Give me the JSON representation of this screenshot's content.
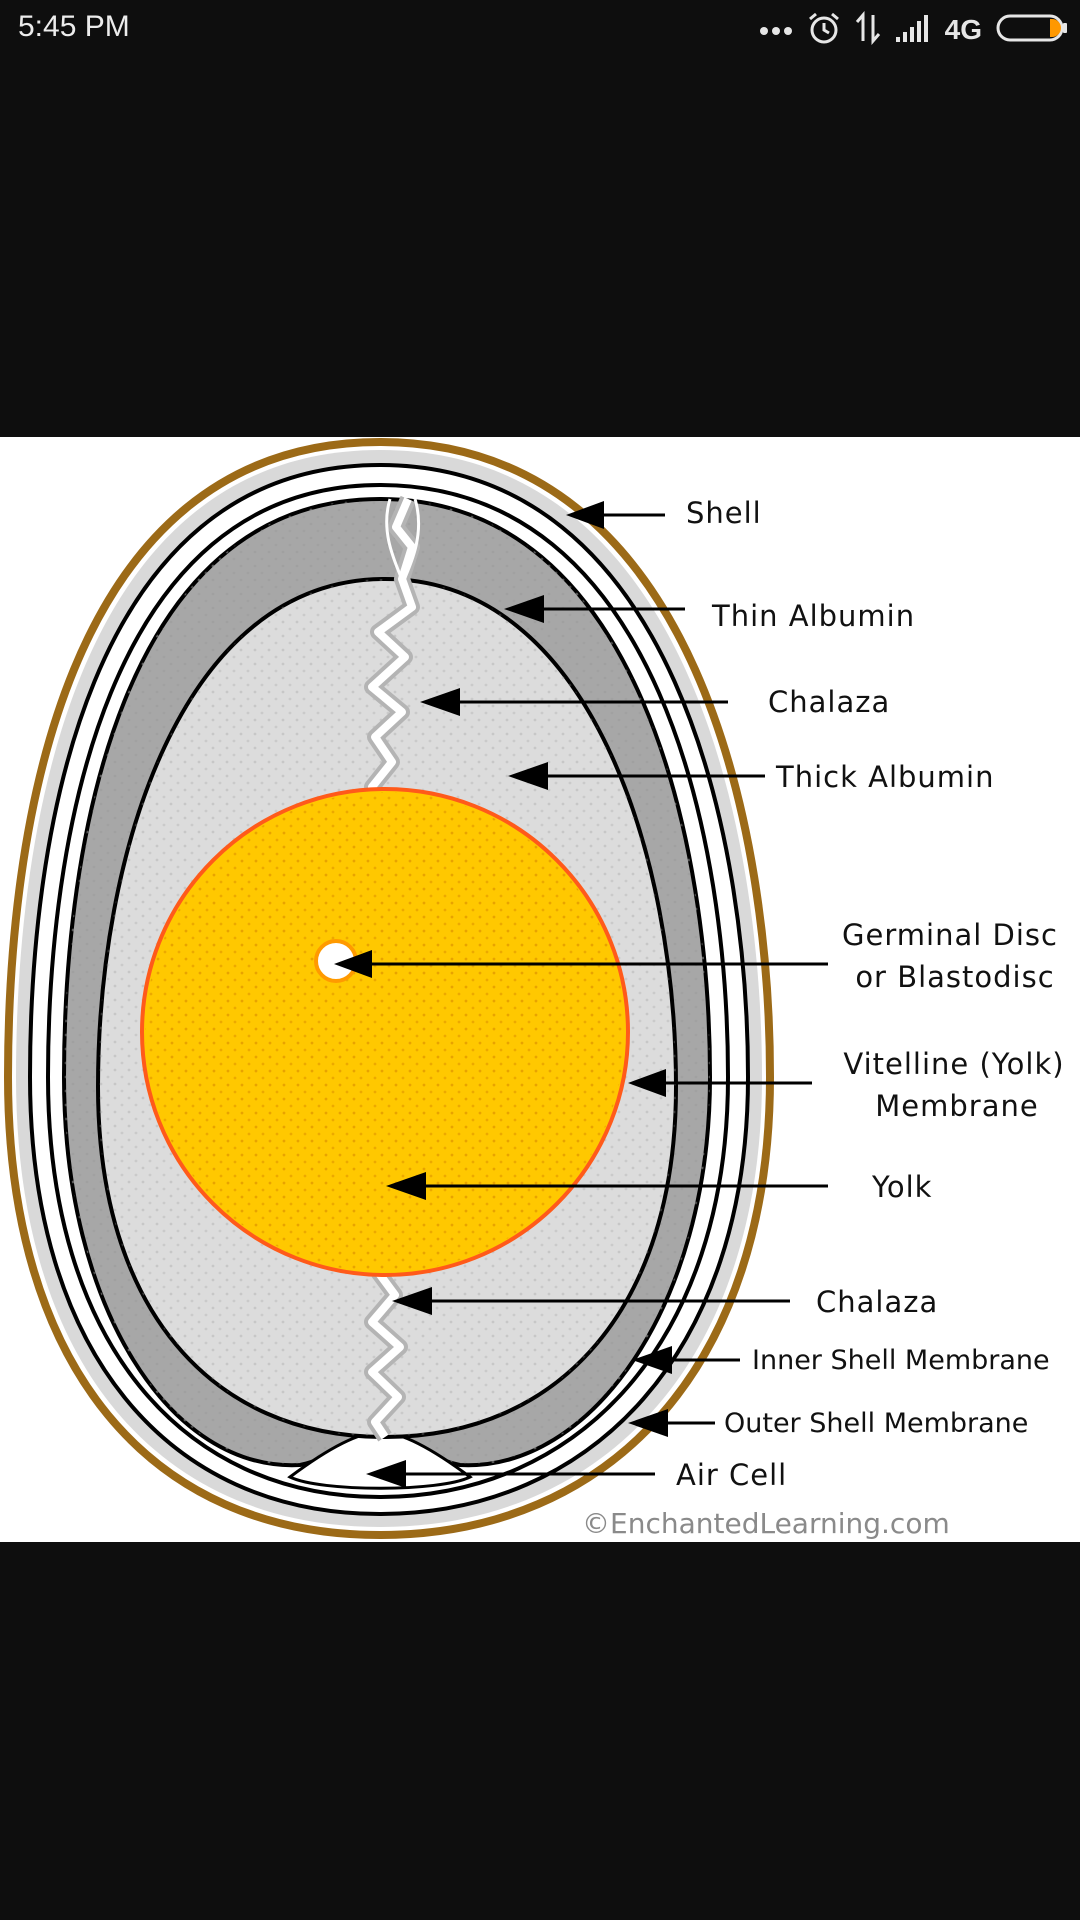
{
  "status_bar": {
    "time": "5:45 PM",
    "network": "4G",
    "icons": [
      "more-icon",
      "alarm-icon",
      "data-transfer-icon",
      "signal-icon",
      "battery-icon"
    ]
  },
  "diagram": {
    "labels": {
      "shell": "Shell",
      "thin_albumin": "Thin Albumin",
      "chalaza_top": "Chalaza",
      "thick_albumin": "Thick Albumin",
      "germinal_disc_1": "Germinal Disc",
      "germinal_disc_2": "or Blastodisc",
      "vitelline_1": "Vitelline (Yolk)",
      "vitelline_2": "Membrane",
      "yolk": "Yolk",
      "chalaza_bottom": "Chalaza",
      "inner_shell_membrane": "Inner Shell Membrane",
      "outer_shell_membrane": "Outer Shell Membrane",
      "air_cell": "Air Cell"
    },
    "credit": "©EnchantedLearning.com",
    "colors": {
      "shell": "#9c6a17",
      "yolk": "#ffc800",
      "yolk_edge": "#ff5a1a",
      "thin_albumin": "#a7a7a7",
      "thick_albumin": "#dcdcdc",
      "membrane": "#ffffff"
    }
  }
}
